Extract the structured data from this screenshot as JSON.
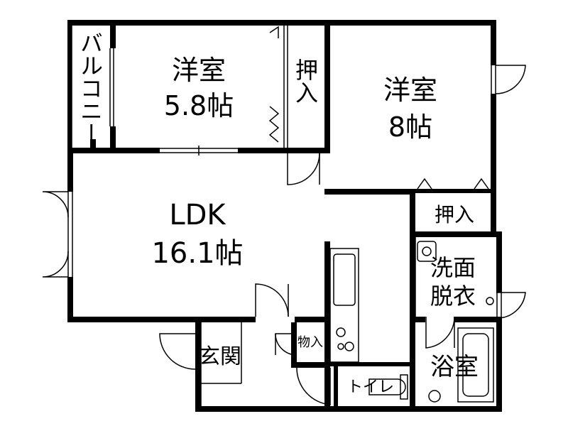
{
  "rooms": {
    "balcony": {
      "label": "バルコニー"
    },
    "western_a": {
      "name": "洋室",
      "size": "5.8帖"
    },
    "closet_a": {
      "label": "押入"
    },
    "western_b": {
      "name": "洋室",
      "size": "8帖"
    },
    "ldk": {
      "name": "LDK",
      "size": "16.1帖"
    },
    "closet_b": {
      "label": "押入"
    },
    "washroom": {
      "line1": "洗面",
      "line2": "脱衣"
    },
    "storage": {
      "label": "物入"
    },
    "entrance": {
      "label": "玄関"
    },
    "toilet": {
      "label": "トイレ"
    },
    "bath": {
      "label": "浴室"
    }
  }
}
